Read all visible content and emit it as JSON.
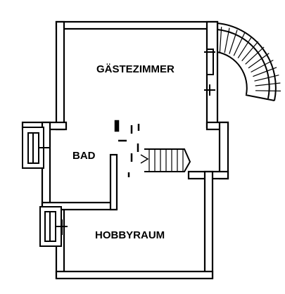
{
  "rooms": {
    "guest": "GÄSTEZIMMER",
    "bath": "BAD",
    "hobby": "HOBBYRAUM"
  },
  "colors": {
    "wall_outline": "#000000",
    "wall_fill": "#ffffff",
    "background": "#ffffff"
  }
}
